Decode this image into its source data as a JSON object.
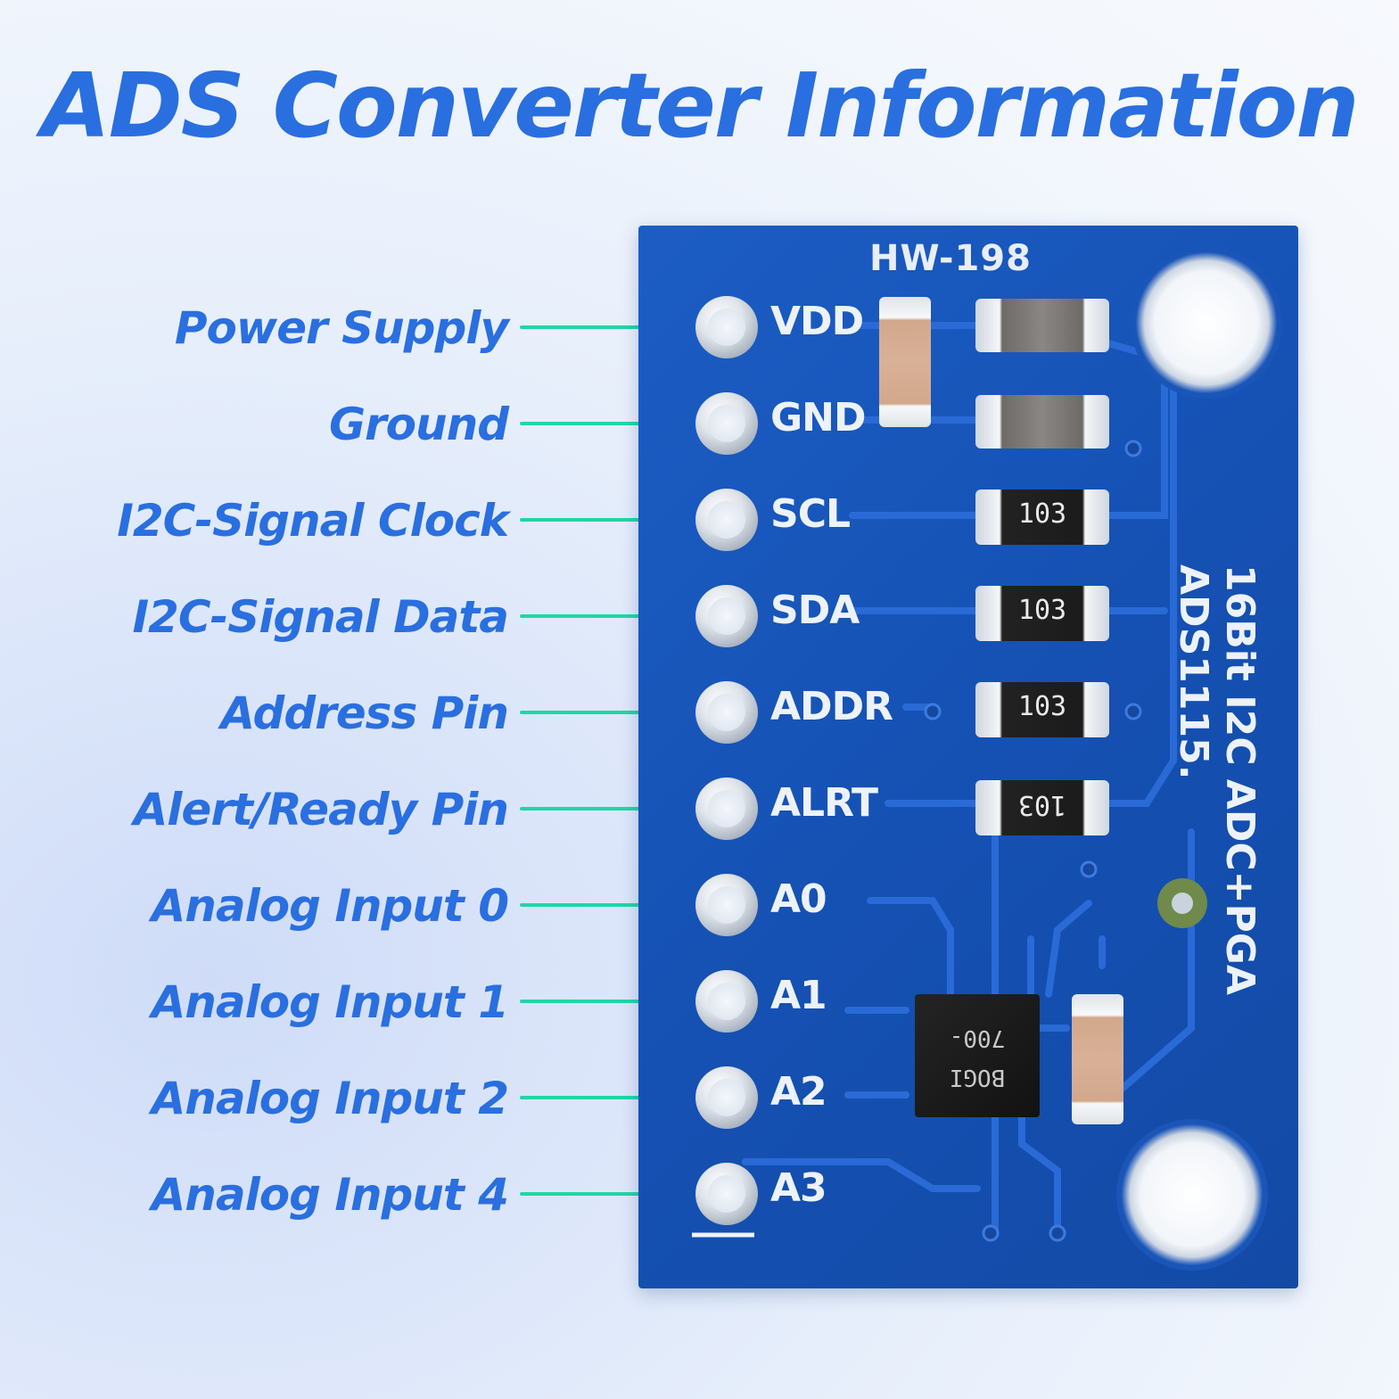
{
  "title": "ADS Converter Information",
  "pins": [
    {
      "label": "Power Supply",
      "silk": "VDD"
    },
    {
      "label": "Ground",
      "silk": "GND"
    },
    {
      "label": "I2C-Signal Clock",
      "silk": "SCL"
    },
    {
      "label": "I2C-Signal Data",
      "silk": "SDA"
    },
    {
      "label": "Address Pin",
      "silk": "ADDR"
    },
    {
      "label": "Alert/Ready Pin",
      "silk": "ALRT"
    },
    {
      "label": "Analog Input 0",
      "silk": "A0"
    },
    {
      "label": "Analog Input 1",
      "silk": "A1"
    },
    {
      "label": "Analog Input 2",
      "silk": "A2"
    },
    {
      "label": "Analog Input 4",
      "silk": "A3"
    }
  ],
  "board": {
    "model": "HW-198",
    "desc_line1": "16Bit I2C ADC+PGA",
    "desc_line2": "ADS1115.",
    "resistor_code": "103",
    "chip_line1": "BOGI",
    "chip_line2": "700-"
  },
  "colors": {
    "title": "#2a6fe0",
    "connector": "#1fd7a5",
    "board": "#1551b3"
  }
}
